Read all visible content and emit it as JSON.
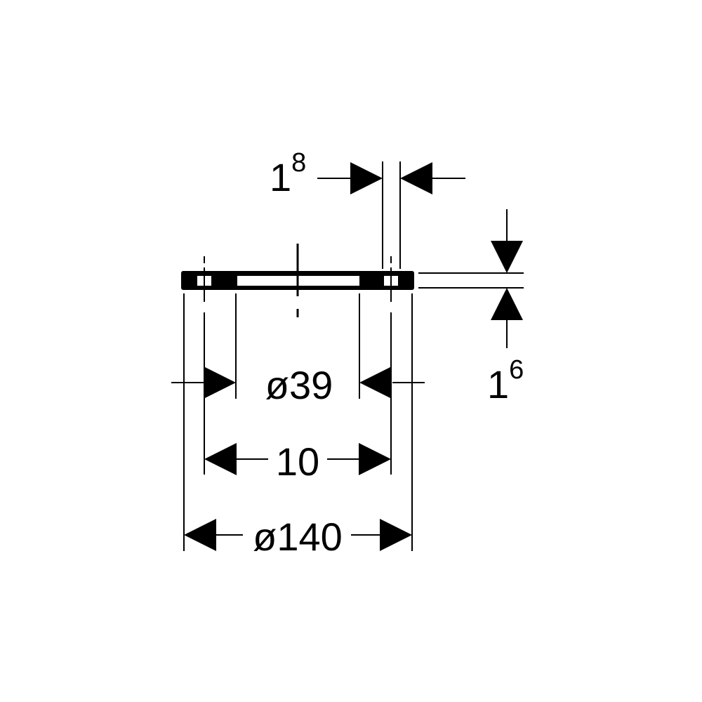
{
  "drawing": {
    "stroke_color": "#000000",
    "background": "#ffffff"
  },
  "dimensions": {
    "top_width": {
      "main": "1",
      "sup": "8"
    },
    "thickness": {
      "main": "1",
      "sup": "6"
    },
    "inner_diameter": "ø39",
    "middle_width": "10",
    "outer_diameter": "ø140"
  }
}
